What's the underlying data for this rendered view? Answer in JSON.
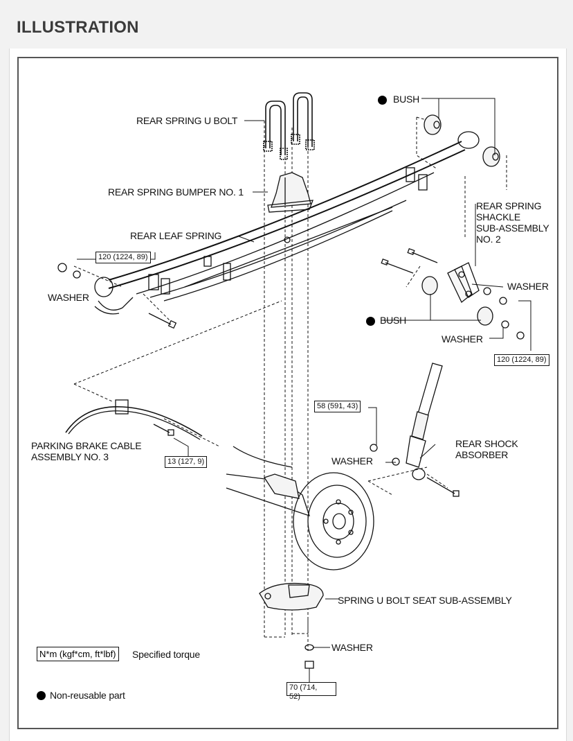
{
  "page": {
    "title": "ILLUSTRATION"
  },
  "labels": {
    "u_bolt": "REAR SPRING U BOLT",
    "bumper": "REAR SPRING BUMPER NO. 1",
    "leaf_spring": "REAR LEAF SPRING",
    "bush_top": "BUSH",
    "shackle_1": "REAR SPRING",
    "shackle_2": "SHACKLE",
    "shackle_3": "SUB-ASSEMBLY",
    "shackle_4": "NO. 2",
    "washer_shackle": "WASHER",
    "bush_mid": "BUSH",
    "washer_mid": "WASHER",
    "washer_left": "WASHER",
    "parking_cable_1": "PARKING BRAKE CABLE",
    "parking_cable_2": "ASSEMBLY NO. 3",
    "washer_shock": "WASHER",
    "shock_1": "REAR SHOCK",
    "shock_2": "ABSORBER",
    "seat": "SPRING U BOLT SEAT SUB-ASSEMBLY",
    "washer_bottom": "WASHER"
  },
  "torques": {
    "left_front": "120 (1224, 89)",
    "right_shackle": "120 (1224, 89)",
    "shock_upper": "58 (591, 43)",
    "cable": "13 (127, 9)",
    "u_bolt_nut_1": "70 (714,",
    "u_bolt_nut_2": "52)"
  },
  "legend": {
    "torque_box": "N*m (kgf*cm, ft*lbf)",
    "torque_text": "Specified torque",
    "nonreusable_text": "Non-reusable part"
  }
}
